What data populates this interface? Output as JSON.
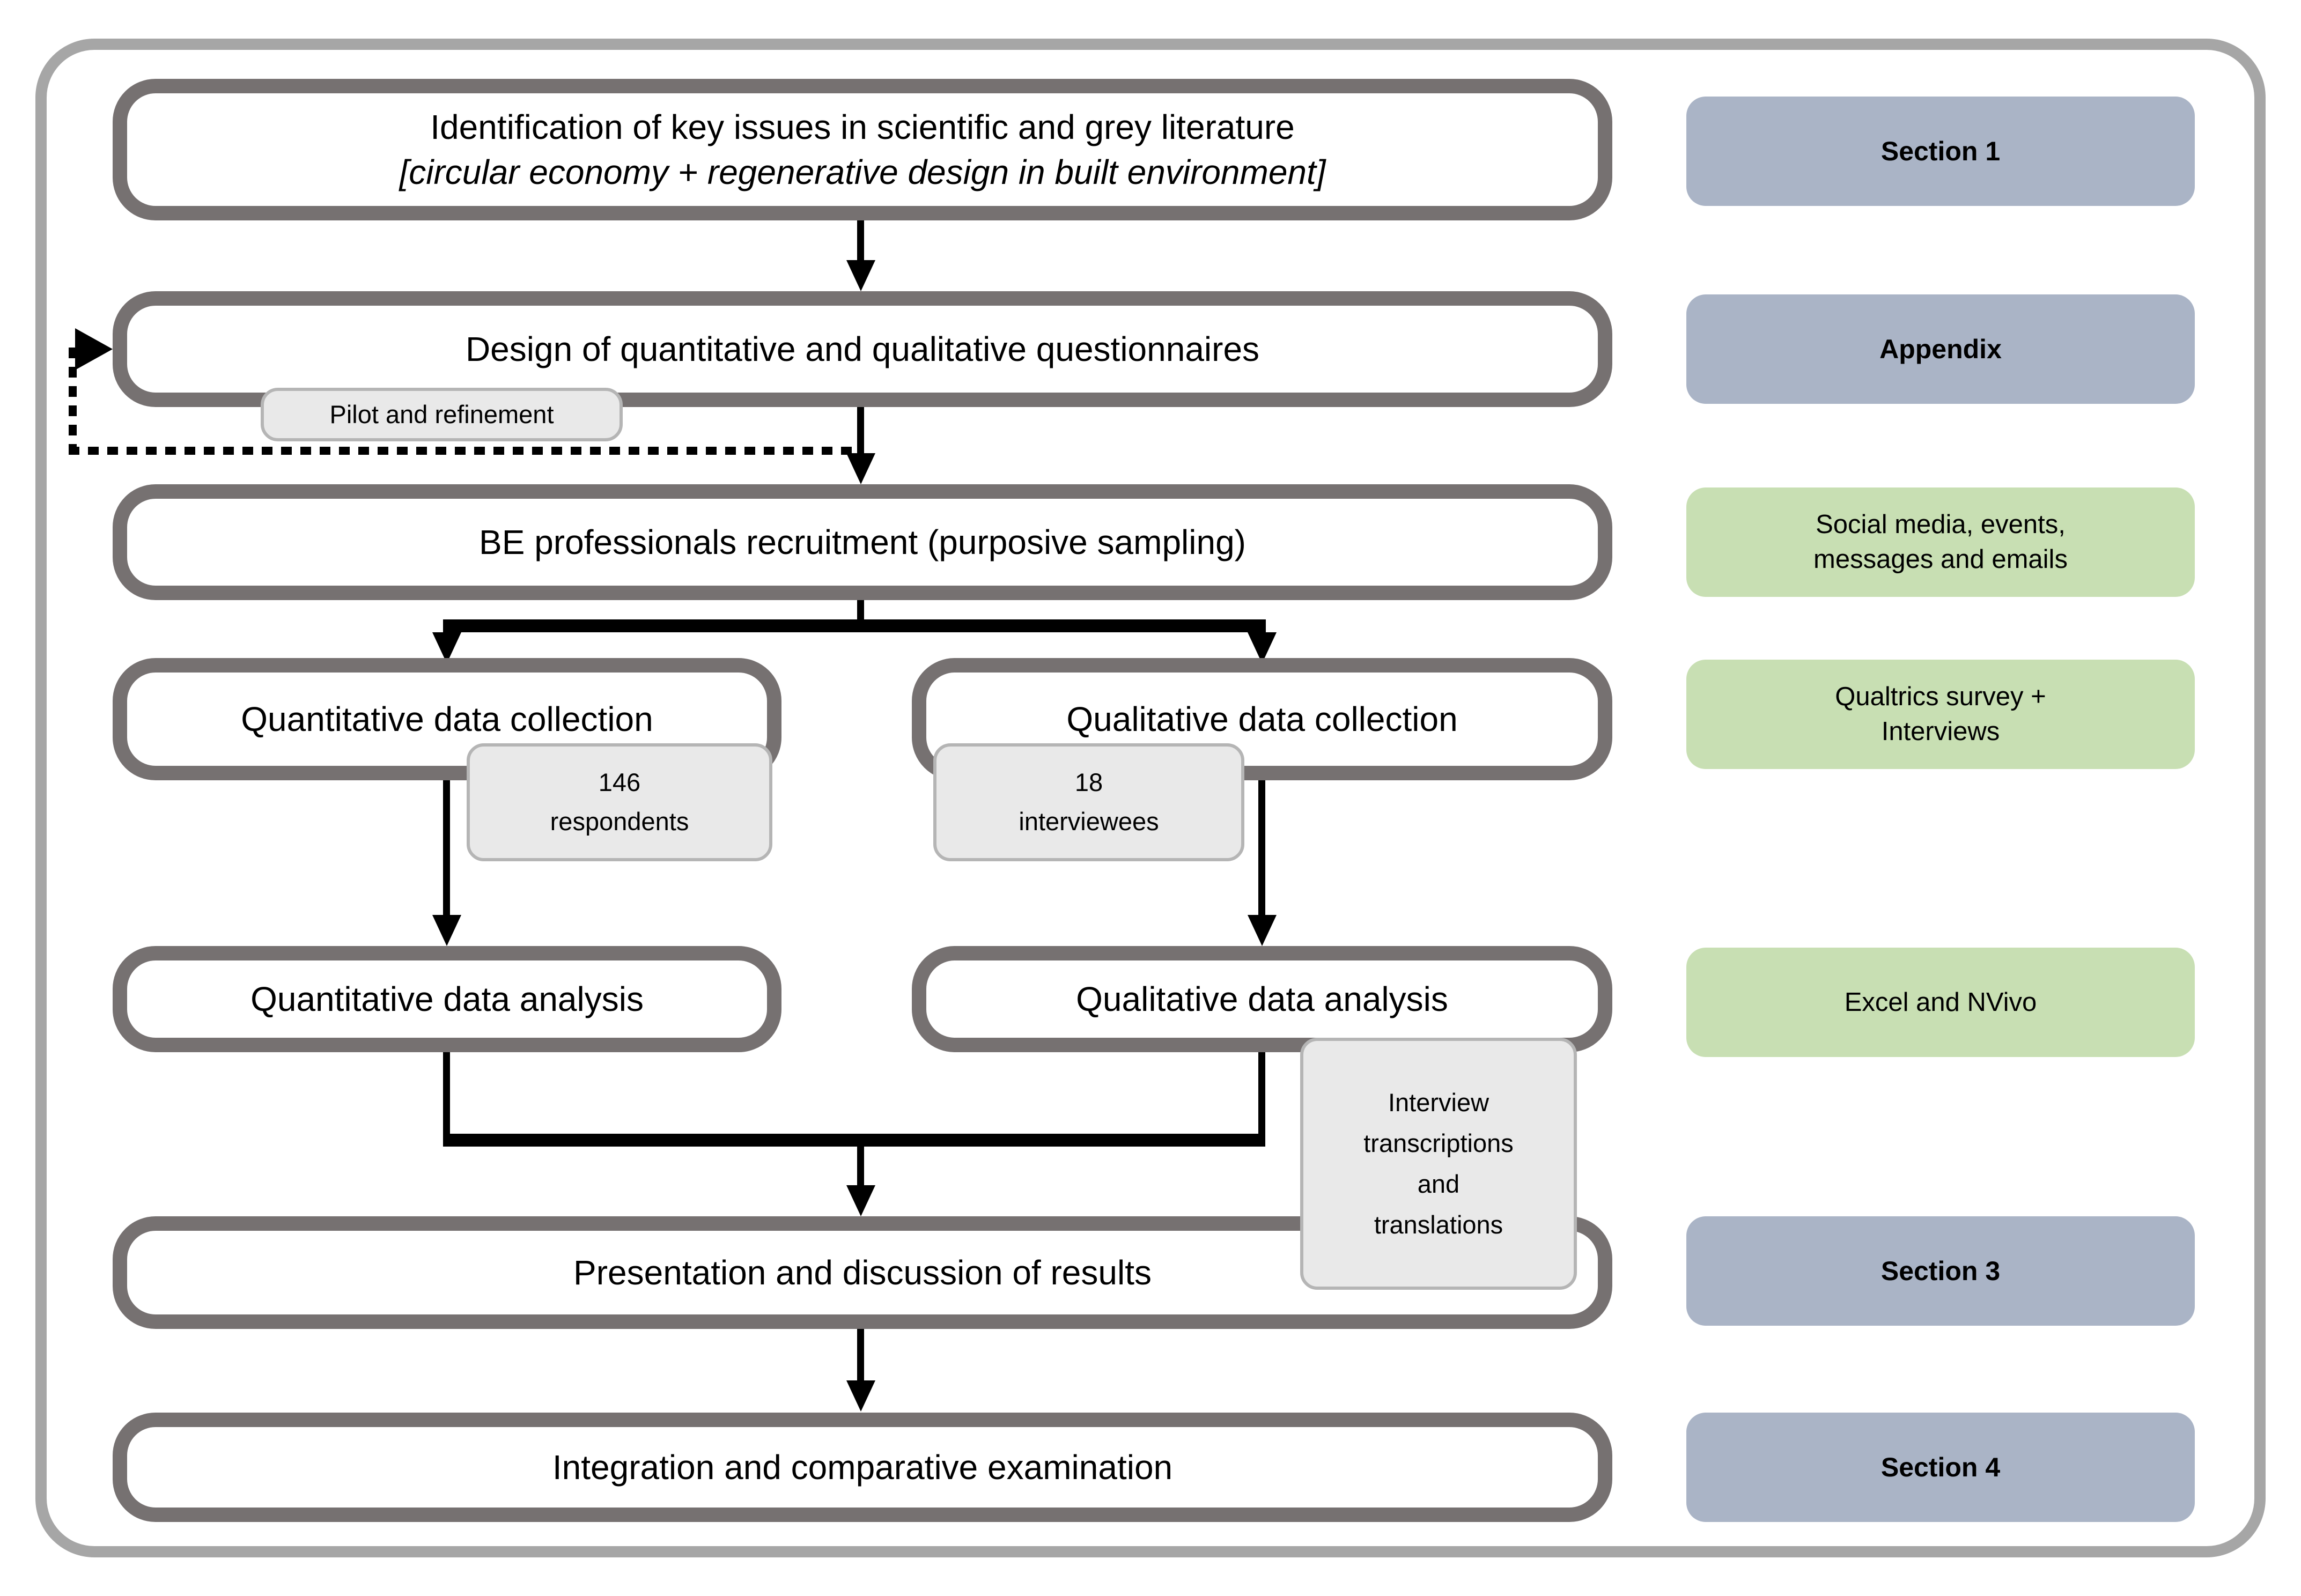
{
  "figure": {
    "colors": {
      "frame_border": "#a6a6a6",
      "box_border": "#767171",
      "arrow": "#000000",
      "section_fill": "#aab4c6",
      "method_fill": "#c8dfb3",
      "note_fill": "#e9e9e9",
      "note_border": "#b5b5b5"
    },
    "flow": {
      "identification": {
        "line1": "Identification of key issues in scientific and grey literature",
        "line2": "[circular economy + regenerative design in built environment]"
      },
      "design": {
        "label": "Design of quantitative and qualitative questionnaires"
      },
      "recruitment": {
        "label": "BE professionals recruitment (purposive sampling)"
      },
      "quant_collection": {
        "label": "Quantitative data collection"
      },
      "qual_collection": {
        "label": "Qualitative data collection"
      },
      "quant_analysis": {
        "label": "Quantitative data analysis"
      },
      "qual_analysis": {
        "label": "Qualitative data analysis"
      },
      "presentation": {
        "label": "Presentation and discussion of results"
      },
      "integration": {
        "label": "Integration and comparative examination"
      }
    },
    "notes": {
      "pilot": {
        "label": "Pilot and refinement"
      },
      "respondents": {
        "lines": [
          "146",
          "respondents"
        ]
      },
      "interviewees": {
        "lines": [
          "18",
          "interviewees"
        ]
      },
      "transcriptions": {
        "lines": [
          "Interview",
          "transcriptions",
          "and",
          "translations"
        ]
      }
    },
    "side_labels": [
      {
        "type": "section",
        "lines": [
          "Section 1"
        ]
      },
      {
        "type": "section",
        "lines": [
          "Appendix"
        ]
      },
      {
        "type": "method",
        "lines": [
          "Social media, events,",
          "messages and emails"
        ]
      },
      {
        "type": "method",
        "lines": [
          "Qualtrics survey +",
          "Interviews"
        ]
      },
      {
        "type": "method",
        "lines": [
          "Excel and NVivo"
        ]
      },
      {
        "type": "section",
        "lines": [
          "Section 3"
        ]
      },
      {
        "type": "section",
        "lines": [
          "Section 4"
        ]
      }
    ]
  }
}
